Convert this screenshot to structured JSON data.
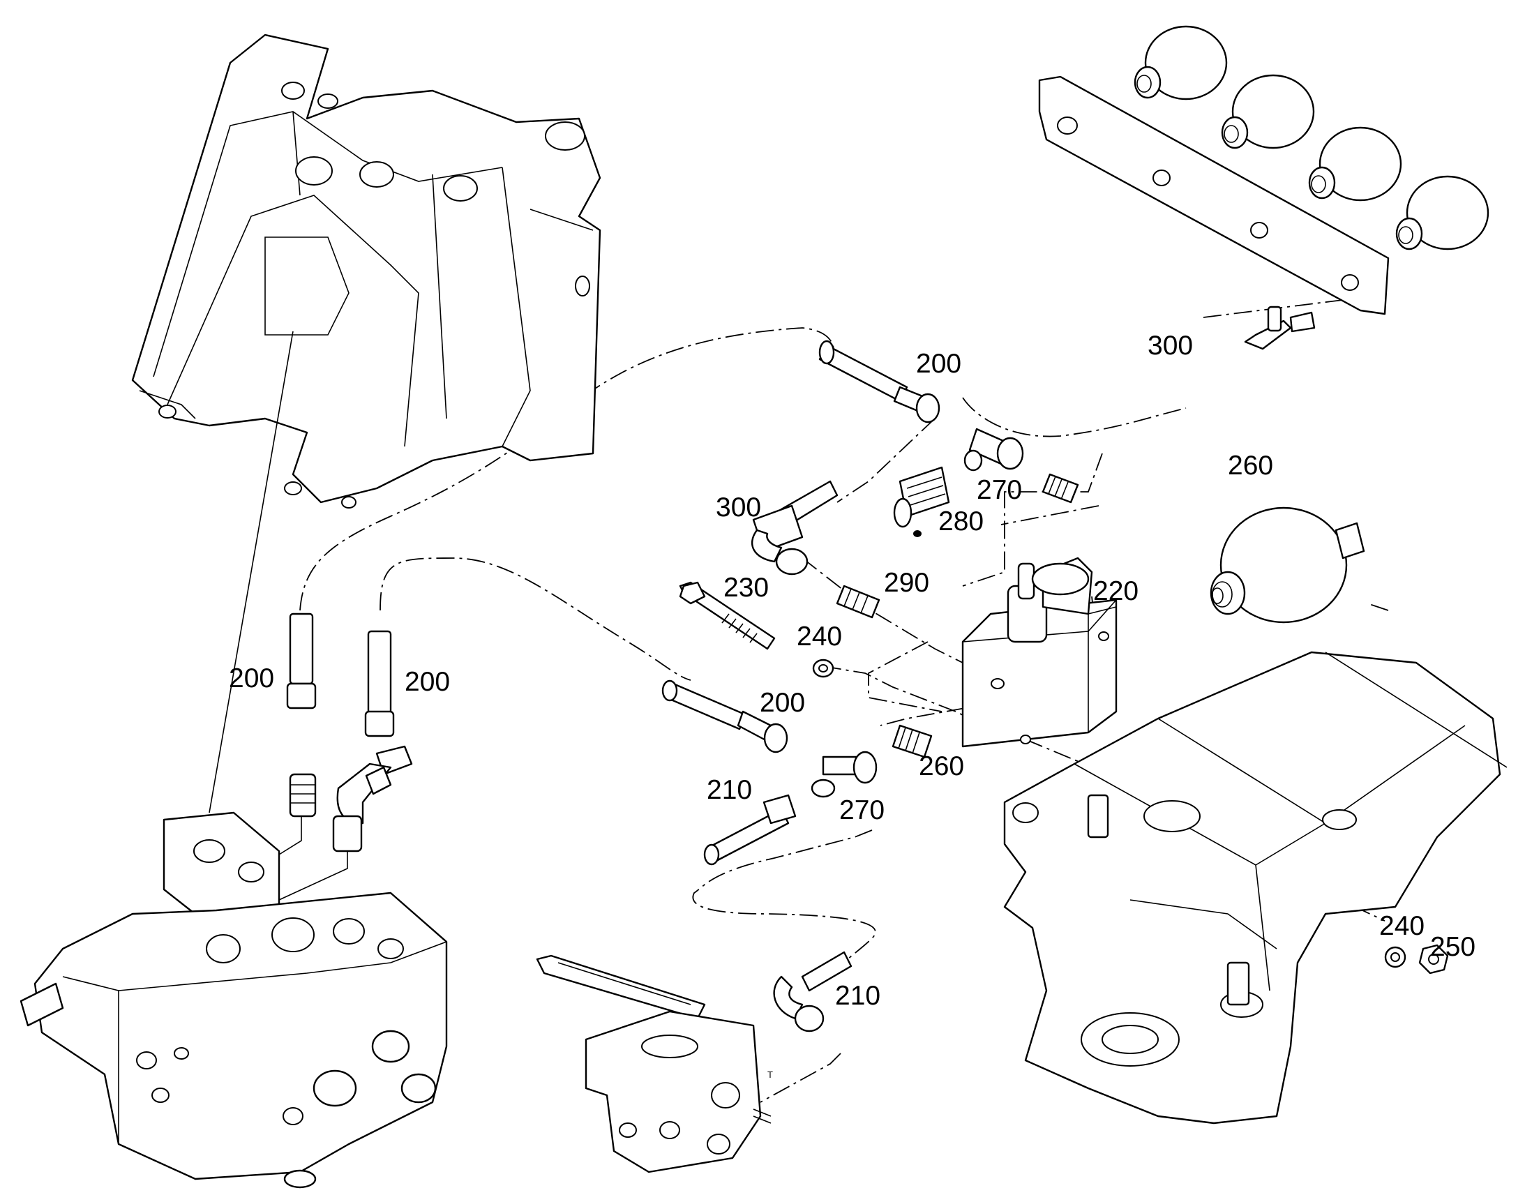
{
  "callouts": [
    {
      "id": "c200a",
      "text": "200"
    },
    {
      "id": "c300a",
      "text": "300"
    },
    {
      "id": "c260a",
      "text": "260"
    },
    {
      "id": "c270a",
      "text": "270"
    },
    {
      "id": "c280",
      "text": "280"
    },
    {
      "id": "c300b",
      "text": "300"
    },
    {
      "id": "c290",
      "text": "290"
    },
    {
      "id": "c230",
      "text": "230"
    },
    {
      "id": "c220",
      "text": "220"
    },
    {
      "id": "c240a",
      "text": "240"
    },
    {
      "id": "c200b",
      "text": "200"
    },
    {
      "id": "c200c",
      "text": "200"
    },
    {
      "id": "c200d",
      "text": "200"
    },
    {
      "id": "c260b",
      "text": "260"
    },
    {
      "id": "c210a",
      "text": "210"
    },
    {
      "id": "c270b",
      "text": "270"
    },
    {
      "id": "c210b",
      "text": "210"
    },
    {
      "id": "c240b",
      "text": "240"
    },
    {
      "id": "c250",
      "text": "250"
    }
  ],
  "port_marker": "T",
  "line_color": "#000000",
  "background": "#ffffff",
  "icons": [
    "loader-lift-arm",
    "accumulator-bracket",
    "accumulator",
    "valve-block",
    "control-valve-block",
    "foot-pedal-valve",
    "chassis-frame",
    "hose",
    "elbow-hose",
    "tee-fitting",
    "adapter-fitting",
    "test-coupling",
    "bolt",
    "washer",
    "nut"
  ]
}
